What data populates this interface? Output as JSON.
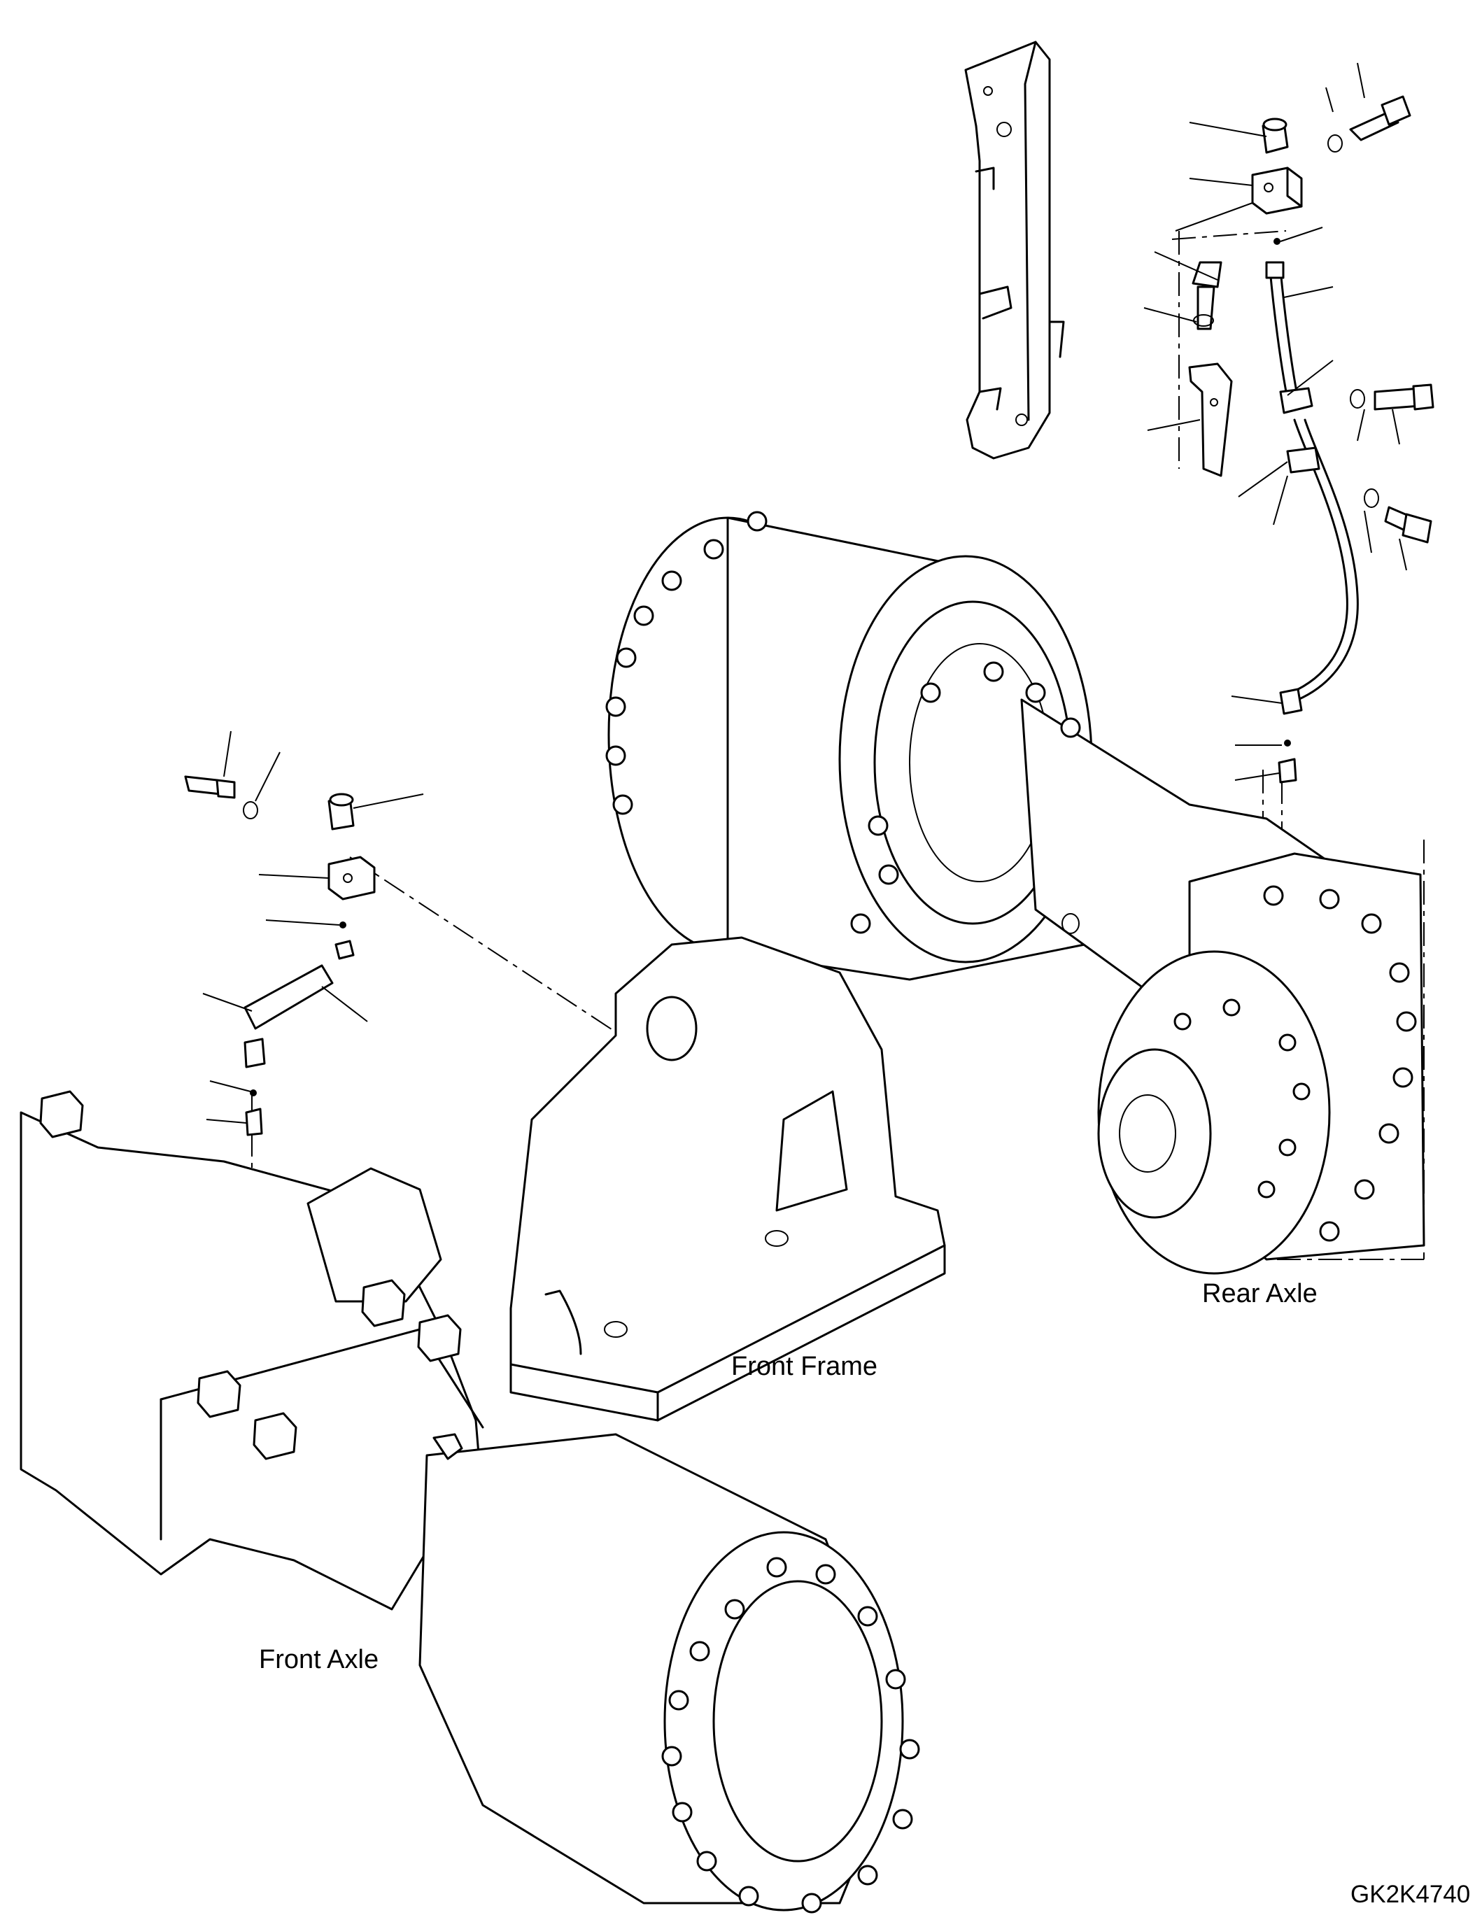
{
  "labels": {
    "rear_axle": "Rear Axle",
    "front_frame": "Front Frame",
    "front_axle": "Front Axle",
    "drawing_code": "GK2K4740"
  }
}
